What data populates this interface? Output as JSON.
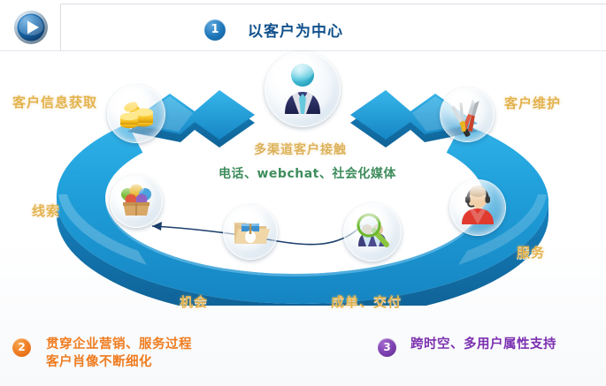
{
  "header": {
    "logo_icon": "play-button-icon",
    "badge_number": "1",
    "title": "以客户为中心"
  },
  "center": {
    "icon": "businessman-icon",
    "caption_gold": "多渠道客户接触",
    "caption_green": "电话、webchat、社会化媒体"
  },
  "nodes": [
    {
      "id": "customer-info",
      "label": "客户信息获取",
      "icon": "gold-coins-icon"
    },
    {
      "id": "lead",
      "label": "线索",
      "icon": "leads-box-icon"
    },
    {
      "id": "opportunity",
      "label": "机会",
      "icon": "folder-document-icon"
    },
    {
      "id": "order-delivery",
      "label": "成单、交付",
      "icon": "magnifier-people-icon"
    },
    {
      "id": "service",
      "label": "服务",
      "icon": "headset-agent-icon"
    },
    {
      "id": "maintenance",
      "label": "客户维护",
      "icon": "tools-pliers-icon"
    }
  ],
  "callouts": [
    {
      "number": "2",
      "color": "#ef7c20",
      "line1": "贯穿企业营销、服务过程",
      "line2": "客户肖像不断细化"
    },
    {
      "number": "3",
      "color": "#7b2fb0",
      "line1": "跨时空、多用户属性支持",
      "line2": ""
    }
  ],
  "colors": {
    "ring_blue": "#1b97d6",
    "ring_blue_dark": "#1172a8",
    "gold_label": "#e3b24c",
    "green_label": "#3f8d5d",
    "header_blue": "#12518c"
  }
}
